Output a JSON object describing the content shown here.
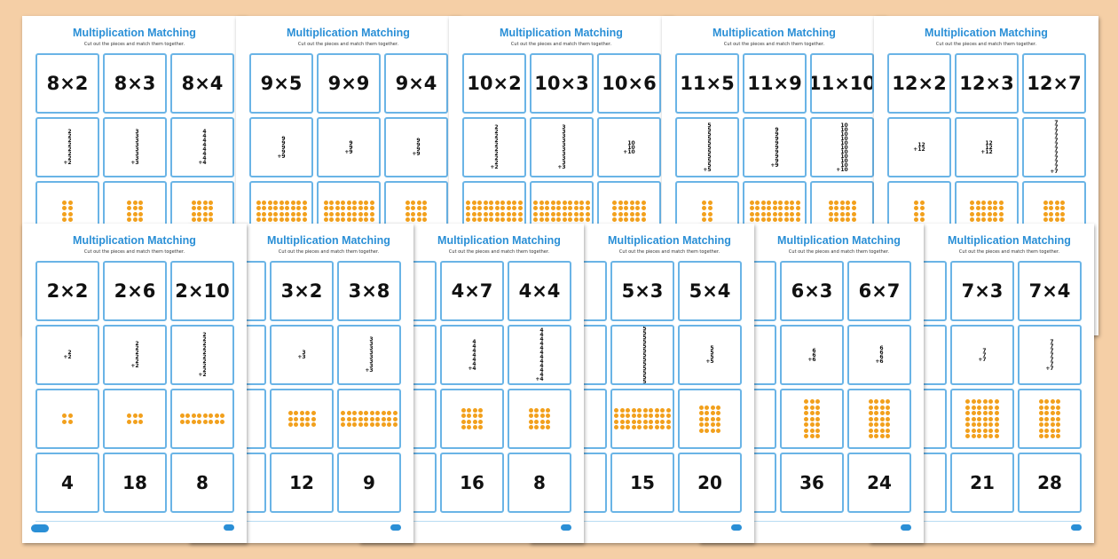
{
  "colors": {
    "background": "#f5cfa6",
    "accent": "#2a8fd6",
    "card_border": "#6ab4e6",
    "dot": "#f2a01c"
  },
  "top_sheets": [
    {
      "title": "Multiplication Matching",
      "subtitle": "Cut out the pieces and match them together.",
      "expressions": [
        "8×2",
        "8×3",
        "8×4"
      ],
      "additions": [
        {
          "n": "2",
          "count": 8
        },
        {
          "n": "3",
          "count": 8
        },
        {
          "n": "4",
          "count": 8
        }
      ],
      "arrays": [
        [
          4,
          2
        ],
        [
          4,
          3
        ],
        [
          4,
          4
        ]
      ]
    },
    {
      "title": "Multiplication Matching",
      "subtitle": "Cut out the pieces and match them together.",
      "expressions": [
        "9×5",
        "9×9",
        "9×4"
      ],
      "additions": [
        {
          "n": "9",
          "count": 5
        },
        {
          "n": "9",
          "count": 3
        },
        {
          "n": "9",
          "count": 4
        }
      ],
      "arrays": [
        [
          4,
          9
        ],
        [
          4,
          9
        ],
        [
          4,
          4
        ]
      ]
    },
    {
      "title": "Multiplication Matching",
      "subtitle": "Cut out the pieces and match them together.",
      "expressions": [
        "10×2",
        "10×3",
        "10×6"
      ],
      "additions": [
        {
          "n": "2",
          "count": 10
        },
        {
          "n": "3",
          "count": 10
        },
        {
          "n": "10",
          "count": 3
        }
      ],
      "arrays": [
        [
          4,
          10
        ],
        [
          4,
          10
        ],
        [
          4,
          6
        ]
      ]
    },
    {
      "title": "Multiplication Matching",
      "subtitle": "Cut out the pieces and match them together.",
      "expressions": [
        "11×5",
        "11×9",
        "11×10"
      ],
      "additions": [
        {
          "n": "5",
          "count": 11
        },
        {
          "n": "9",
          "count": 9
        },
        {
          "n": "10",
          "count": 11
        }
      ],
      "arrays": [
        [
          4,
          2
        ],
        [
          4,
          9
        ],
        [
          4,
          5
        ]
      ]
    },
    {
      "title": "Multiplication Matching",
      "subtitle": "Cut out the pieces and match them together.",
      "expressions": [
        "12×2",
        "12×3",
        "12×7"
      ],
      "additions": [
        {
          "n": "12",
          "count": 2
        },
        {
          "n": "12",
          "count": 3
        },
        {
          "n": "7",
          "count": 12
        }
      ],
      "arrays": [
        [
          4,
          2
        ],
        [
          4,
          6
        ],
        [
          4,
          4
        ]
      ]
    }
  ],
  "bottom_sheets": [
    {
      "title": "Multiplication Matching",
      "subtitle": "Cut out the pieces and match them together.",
      "expressions": [
        "2×2",
        "2×6",
        "2×10"
      ],
      "additions": [
        {
          "n": "2",
          "count": 2
        },
        {
          "n": "2",
          "count": 6
        },
        {
          "n": "2",
          "count": 10
        }
      ],
      "arrays": [
        [
          2,
          2
        ],
        [
          2,
          3
        ],
        [
          2,
          8
        ]
      ],
      "answers": [
        "4",
        "18",
        "8"
      ]
    },
    {
      "title": "Multiplication Matching",
      "subtitle": "Cut out the pieces and match them together.",
      "expressions": [
        "3×2",
        "3×8"
      ],
      "additions": [
        {
          "n": "3",
          "count": 2
        },
        {
          "n": "3",
          "count": 8
        }
      ],
      "arrays": [
        [
          3,
          5
        ],
        [
          3,
          10
        ]
      ],
      "answers": [
        "12",
        "9"
      ]
    },
    {
      "title": "Multiplication Matching",
      "subtitle": "Cut out the pieces and match them together.",
      "expressions": [
        "4×7",
        "4×4"
      ],
      "additions": [
        {
          "n": "4",
          "count": 7
        },
        {
          "n": "4",
          "count": 12
        }
      ],
      "arrays": [
        [
          4,
          4
        ],
        [
          4,
          4
        ]
      ],
      "answers": [
        "16",
        "8"
      ]
    },
    {
      "title": "Multiplication Matching",
      "subtitle": "Cut out the pieces and match them together.",
      "expressions": [
        "5×3",
        "5×4"
      ],
      "additions": [
        {
          "n": "5",
          "count": 15
        },
        {
          "n": "5",
          "count": 4
        }
      ],
      "arrays": [
        [
          4,
          10
        ],
        [
          5,
          4
        ]
      ],
      "answers": [
        "15",
        "20"
      ]
    },
    {
      "title": "Multiplication Matching",
      "subtitle": "Cut out the pieces and match them together.",
      "expressions": [
        "6×3",
        "6×7"
      ],
      "additions": [
        {
          "n": "6",
          "count": 3
        },
        {
          "n": "6",
          "count": 4
        }
      ],
      "arrays": [
        [
          7,
          3
        ],
        [
          7,
          4
        ]
      ],
      "answers": [
        "36",
        "24"
      ]
    },
    {
      "title": "Multiplication Matching",
      "subtitle": "Cut out the pieces and match them together.",
      "expressions": [
        "7×3",
        "7×4"
      ],
      "additions": [
        {
          "n": "7",
          "count": 3
        },
        {
          "n": "7",
          "count": 7
        }
      ],
      "arrays": [
        [
          7,
          6
        ],
        [
          7,
          4
        ]
      ],
      "answers": [
        "21",
        "28"
      ]
    }
  ]
}
